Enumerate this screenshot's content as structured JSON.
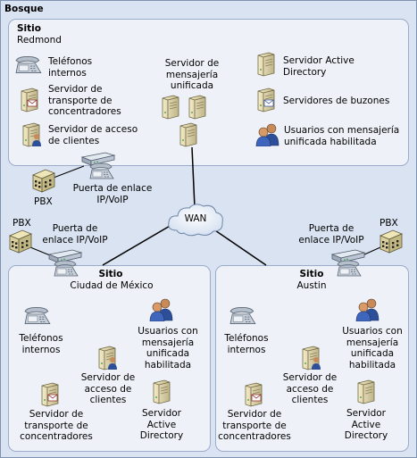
{
  "forest_label": "Bosque",
  "redmond": {
    "site_label": "Sitio",
    "site_name": "Redmond",
    "phones": "Teléfonos internos",
    "hub": "Servidor de transporte de concentradores",
    "cas": "Servidor de acceso de clientes",
    "um": "Servidor de mensajería unificada",
    "ad": "Servidor Active Directory",
    "mbx": "Servidores de buzones",
    "users": "Usuarios con mensajería unificada habilitada",
    "pbx": "PBX",
    "gateway": "Puerta de enlace IP/VoIP"
  },
  "wan": "WAN",
  "mexico": {
    "pbx": "PBX",
    "gateway": "Puerta de enlace IP/VoIP",
    "site_label": "Sitio",
    "site_name": "Ciudad de México",
    "phones": "Teléfonos internos",
    "users": "Usuarios con mensajería unificada habilitada",
    "cas": "Servidor de acceso de clientes",
    "hub": "Servidor de transporte de concentradores",
    "ad": "Servidor Active Directory"
  },
  "austin": {
    "pbx": "PBX",
    "gateway": "Puerta de enlace IP/VoIP",
    "site_label": "Sitio",
    "site_name": "Austin",
    "phones": "Teléfonos internos",
    "users": "Usuarios con mensajería unificada habilitada",
    "cas": "Servidor de acceso de clientes",
    "hub": "Servidor de transporte de concentradores",
    "ad": "Servidor Active Directory"
  },
  "icons": [
    "phone-icon",
    "server-icon",
    "mail-server-icon",
    "users-icon",
    "pbx-icon",
    "gateway-icon",
    "cloud-icon"
  ],
  "colors": {
    "forest": "#d9e3f1",
    "site": "#eef2f8",
    "border": "#9aaccb",
    "link": "#000000"
  }
}
